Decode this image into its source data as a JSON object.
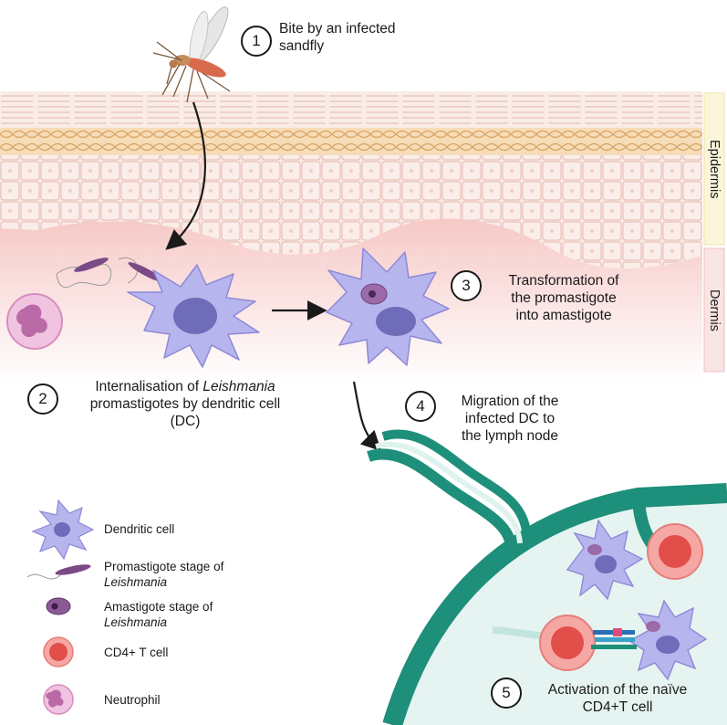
{
  "steps": [
    {
      "num": "1",
      "line1": "Bite by an infected",
      "line2": "sandfly"
    },
    {
      "num": "2",
      "line1_pre": "Internalisation of ",
      "line1_ital": "Leishmania",
      "line2": "promastigotes by dendritic cell",
      "line3": "(DC)"
    },
    {
      "num": "3",
      "line1": "Transformation of",
      "line2": "the promastigote",
      "line3": "into amastigote"
    },
    {
      "num": "4",
      "line1": "Migration of the",
      "line2": "infected DC to",
      "line3": "the lymph node"
    },
    {
      "num": "5",
      "line1": "Activation of the naïve",
      "line2": "CD4+T cell"
    }
  ],
  "layers": {
    "epidermis": "Epidermis",
    "dermis": "Dermis"
  },
  "legend": [
    {
      "icon": "dendritic-cell-icon",
      "line1": "Dendritic cell"
    },
    {
      "icon": "promastigote-icon",
      "line1": "Promastigote stage of",
      "line2": "Leishmania"
    },
    {
      "icon": "amastigote-icon",
      "line1": "Amastigote stage of",
      "line2": "Leishmania"
    },
    {
      "icon": "cd4-t-cell-icon",
      "line1": "CD4+ T cell"
    },
    {
      "icon": "neutrophil-icon",
      "line1": "Neutrophil"
    }
  ],
  "colors": {
    "dc": "#b7b5ee",
    "parasite": "#7a4a86",
    "tcell": "#ef6f6a",
    "neutrophil": "#e7a6d0",
    "lymph_border": "#1e8f7a",
    "lymph_fill": "#e6f4f1",
    "dermis": "#f8d9d7",
    "epidermis_label_bg": "#fbf5dc",
    "dermis_label_bg": "#f9e4e4"
  }
}
